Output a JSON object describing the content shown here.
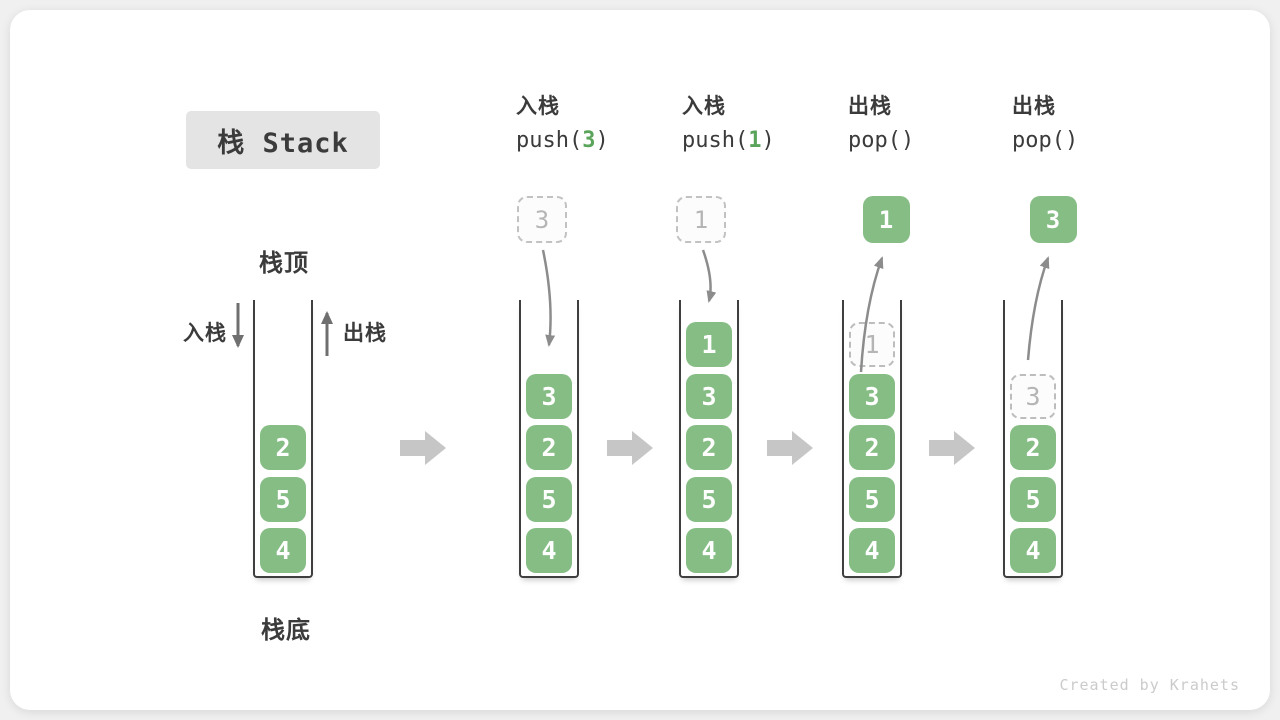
{
  "title": "栈 Stack",
  "legend": {
    "stack_top": "栈顶",
    "stack_bottom": "栈底",
    "push_label": "入栈",
    "pop_label": "出栈"
  },
  "operations": [
    {
      "name": "入栈",
      "code": [
        {
          "t": "push("
        },
        {
          "t": "3",
          "green": true
        },
        {
          "t": ")"
        }
      ],
      "floating": {
        "value": "3",
        "variant": "dashed"
      }
    },
    {
      "name": "入栈",
      "code": [
        {
          "t": "push("
        },
        {
          "t": "1",
          "green": true
        },
        {
          "t": ")"
        }
      ],
      "floating": {
        "value": "1",
        "variant": "dashed"
      }
    },
    {
      "name": "出栈",
      "code": [
        {
          "t": "pop()"
        }
      ],
      "floating": {
        "value": "1",
        "variant": "solid"
      }
    },
    {
      "name": "出栈",
      "code": [
        {
          "t": "pop()"
        }
      ],
      "floating": {
        "value": "3",
        "variant": "solid"
      }
    }
  ],
  "stacks": [
    {
      "blocks": [
        {
          "value": "4"
        },
        {
          "value": "5"
        },
        {
          "value": "2"
        }
      ]
    },
    {
      "blocks": [
        {
          "value": "4"
        },
        {
          "value": "5"
        },
        {
          "value": "2"
        },
        {
          "value": "3"
        }
      ]
    },
    {
      "blocks": [
        {
          "value": "4"
        },
        {
          "value": "5"
        },
        {
          "value": "2"
        },
        {
          "value": "3"
        },
        {
          "value": "1"
        }
      ]
    },
    {
      "blocks": [
        {
          "value": "4"
        },
        {
          "value": "5"
        },
        {
          "value": "2"
        },
        {
          "value": "3"
        },
        {
          "value": "1",
          "ghost": true
        }
      ]
    },
    {
      "blocks": [
        {
          "value": "4"
        },
        {
          "value": "5"
        },
        {
          "value": "2"
        },
        {
          "value": "3",
          "ghost": true
        }
      ]
    }
  ],
  "watermark": "Created by Krahets",
  "colors": {
    "green": "#85BD85",
    "code_green": "#5BA45B",
    "ink": "#3B3B3B",
    "ghost": "#B5B5B5",
    "block_arrow": "#C6C6C6",
    "curve_arrow": "#8C8C8C",
    "io_arrow": "#6F6F6F",
    "watermark": "#CBCBCB",
    "title_bg": "#E4E4E4"
  }
}
